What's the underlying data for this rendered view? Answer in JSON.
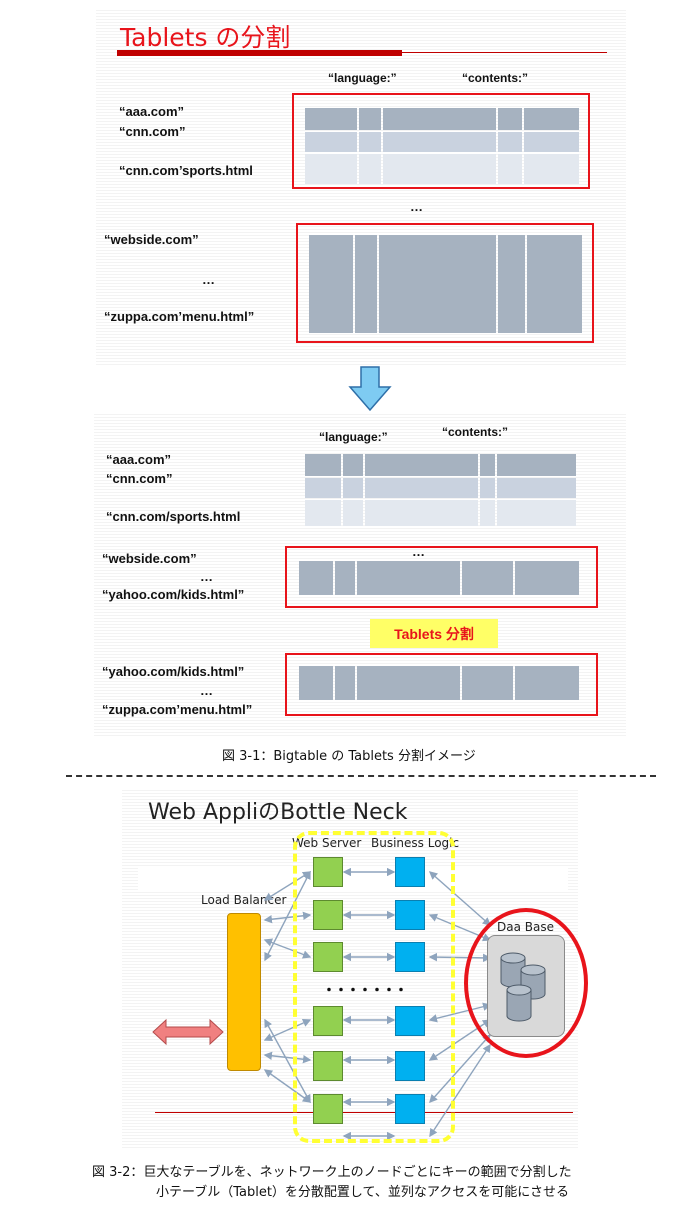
{
  "fig1": {
    "title": "Tablets の分割",
    "top": {
      "col_language": "“language:”",
      "col_contents": "“contents:”",
      "row1": "“aaa.com”",
      "row2": "“cnn.com”",
      "row3": "“cnn.com’sports.html",
      "ellipsis_mid": "…",
      "row4": "“webside.com”",
      "ellipsis_row": "…",
      "row5": "“zuppa.com’menu.html”"
    },
    "bottom": {
      "col_language": "“language:”",
      "col_contents": "“contents:”",
      "row1": "“aaa.com”",
      "row2": "“cnn.com”",
      "row3": "“cnn.com/sports.html",
      "row4": "“webside.com”",
      "ellipsis_a": "…",
      "ellipsis_b": "…",
      "row5": "“yahoo.com/kids.html”",
      "split_label": "Tablets 分割",
      "row6": "“yahoo.com/kids.html”",
      "ellipsis_c": "…",
      "row7": "“zuppa.com’menu.html”"
    },
    "caption": "図 3-1：Bigtable の Tablets 分割イメージ"
  },
  "fig2": {
    "title": "Web AppliのBottle Neck",
    "web_server": "Web Server",
    "business_logic": "Business Logic",
    "load_balancer": "Load Balancer",
    "database": "Daa Base",
    "dots": "・・・・・・・",
    "caption_line1": "図 3-2：巨大なテーブルを、ネットワーク上のノードごとにキーの範囲で分割した",
    "caption_line2": "小テーブル（Tablet）を分散配置して、並列なアクセスを可能にさせる"
  },
  "colors": {
    "accent_red": "#e8141b",
    "title_underline": "#c00000",
    "web_server_green": "#92d050",
    "business_logic_blue": "#00b0f0",
    "load_balancer_orange": "#ffc000",
    "highlight_yellow": "#ffff66",
    "table_gray": "#a6b2c0"
  }
}
